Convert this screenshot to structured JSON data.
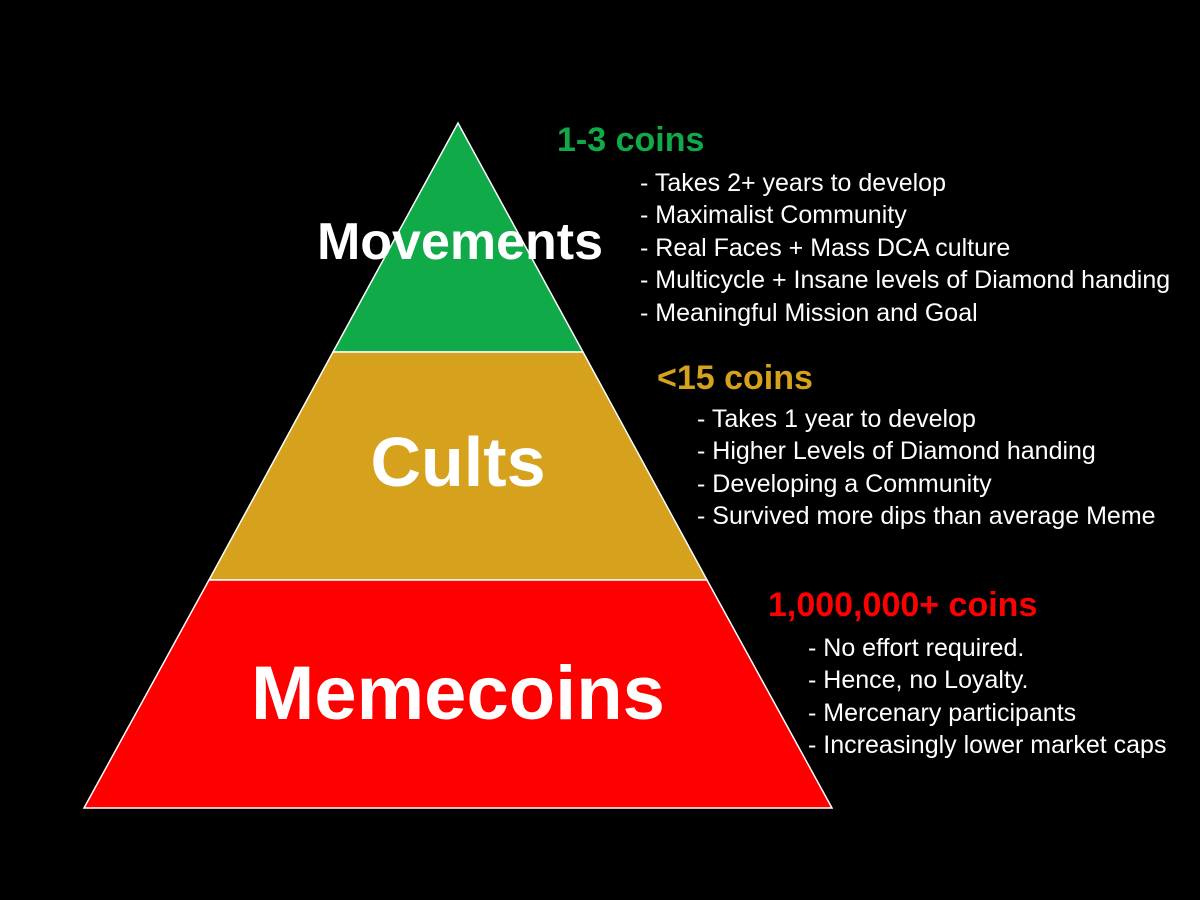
{
  "colors": {
    "background": "#000000",
    "movements": "#10aa49",
    "cults": "#d6a21e",
    "memecoins": "#ff0000",
    "tier_text": "#ffffff",
    "bullet_text": "#ffffff"
  },
  "tiers": [
    {
      "label": "Movements",
      "count": "1-3 coins",
      "bullets": [
        "- Takes 2+ years to develop",
        "- Maximalist Community",
        "- Real Faces + Mass DCA culture",
        "- Multicycle + Insane levels of Diamond handing",
        "- Meaningful Mission and Goal"
      ]
    },
    {
      "label": "Cults",
      "count": "<15 coins",
      "bullets": [
        "- Takes 1 year to develop",
        "- Higher Levels of Diamond handing",
        "- Developing a Community",
        "- Survived more dips than average Meme"
      ]
    },
    {
      "label": "Memecoins",
      "count": "1,000,000+ coins",
      "bullets": [
        "- No effort required.",
        "- Hence, no Loyalty.",
        "- Mercenary participants",
        "- Increasingly lower market caps"
      ]
    }
  ]
}
